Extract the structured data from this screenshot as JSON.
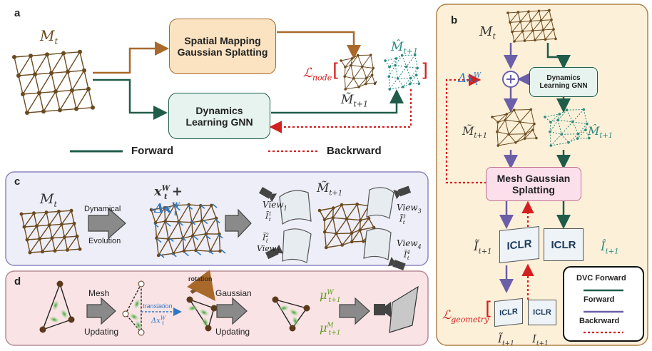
{
  "panels": {
    "a": "a",
    "b": "b",
    "c": "c",
    "d": "d"
  },
  "symbols": {
    "M_t": "M",
    "t_sub": "t",
    "t1_sub": "t+1",
    "M_hat": "M̂",
    "M_tilde": "M̃",
    "L": "ℒ",
    "node_sub": "node",
    "geometry_sub": "geometry",
    "delta_x": "Δx",
    "W_sup": "W",
    "M_sup": "M",
    "x": "x",
    "plus": "+",
    "I_tilde": "Ĩ",
    "I_hat": "Î",
    "I": "I",
    "mu": "μ",
    "comma": ","
  },
  "panel_a": {
    "box_spatial": [
      "Spatial Mapping",
      "Gaussian Splatting"
    ],
    "box_dynamics": [
      "Dynamics",
      "Learning GNN"
    ],
    "legend_forward": "Forward",
    "legend_backward": "Backrward"
  },
  "panel_b": {
    "box_dynamics": [
      "Dynamics",
      "Learning GNN"
    ],
    "box_mesh": [
      "Mesh Gaussian",
      "Splatting"
    ],
    "card_text": "ICLR",
    "legend_dvc": "DVC Forward",
    "legend_forward": "Forward",
    "legend_backward": "Backrward"
  },
  "panel_c": {
    "arrow1_label": [
      "Dynamical",
      "Evolution"
    ],
    "view_1": "View",
    "view_2": "View",
    "view_3": "View",
    "view_4": "View",
    "sub_1": "1",
    "sub_2": "2",
    "sub_3": "3",
    "sub_4": "4"
  },
  "panel_d": {
    "arrow1_label": [
      "Mesh",
      "Updating"
    ],
    "arrow2_label": [
      "Gaussian",
      "Updating"
    ],
    "rotation": "rotation",
    "translation": "translation"
  },
  "colors": {
    "brown": "#6b4a1f",
    "teal": "#2a8a80",
    "dark_green": "#1f5c4a",
    "purple": "#6a5fa8",
    "red": "#d42020",
    "orange_arrow": "#a8692a",
    "blue_text": "#2f78c4",
    "green_text": "#5a9a1a",
    "panel_b_bg": "#fdf0d8",
    "panel_c_bg": "#eeeef8",
    "panel_d_bg": "#f9e3e5",
    "spatial_box_bg": "#fbe3c2",
    "dynamics_box_bg": "#e6f3ef",
    "mesh_box_bg": "#fbe0ec"
  }
}
